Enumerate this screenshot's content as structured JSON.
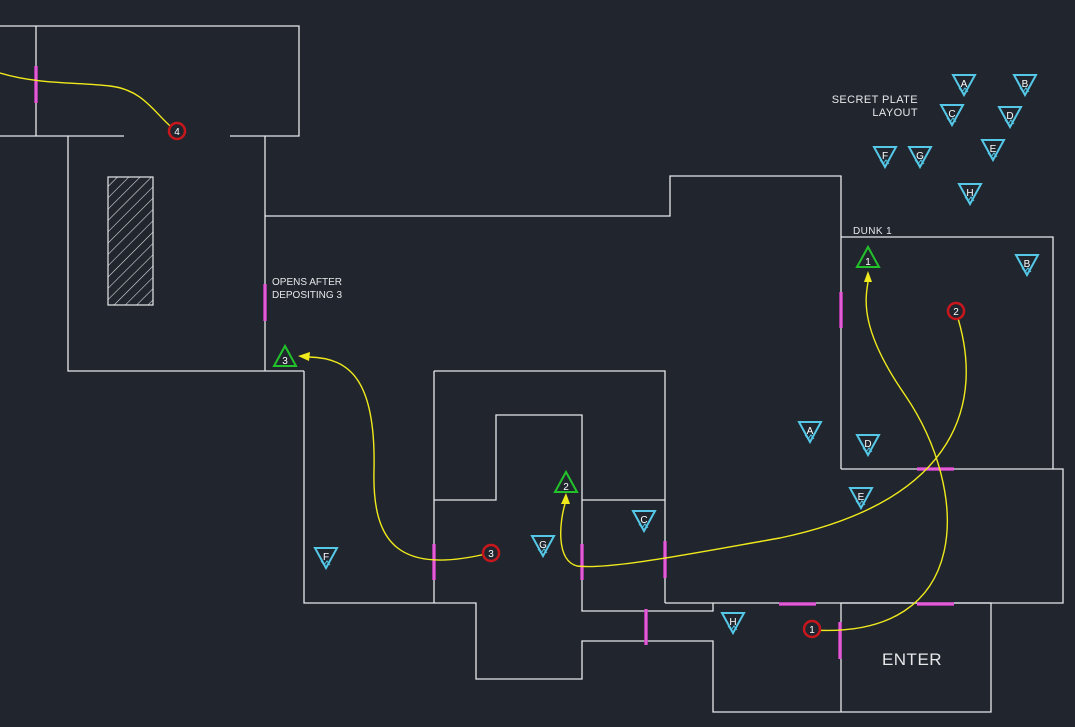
{
  "labels": {
    "secret_plate_line1": "SECRET PLATE",
    "secret_plate_line2": "LAYOUT",
    "dunk": "DUNK 1",
    "opens_line1": "OPENS AFTER",
    "opens_line2": "DEPOSITING 3",
    "enter": "ENTER"
  },
  "steps": {
    "s1": "1",
    "s2": "2",
    "s3": "3",
    "s4": "4"
  },
  "deposits": {
    "d1": "1",
    "d2": "2",
    "d3": "3"
  },
  "legend_plates": {
    "A": "A",
    "B": "B",
    "C": "C",
    "D": "D",
    "E": "E",
    "F": "F",
    "G": "G",
    "H": "H"
  },
  "map_plates": {
    "A": "A",
    "B": "B",
    "C": "C",
    "D": "D",
    "E": "E",
    "F": "F",
    "G": "G",
    "H": "H"
  },
  "colors": {
    "background": "#21262e",
    "wall": "#e6e8ea",
    "door": "#d23fc7",
    "route": "#f0ea1c",
    "step_marker": "#c8161d",
    "deposit_marker": "#22c22a",
    "plate_marker": "#55c8e8"
  }
}
